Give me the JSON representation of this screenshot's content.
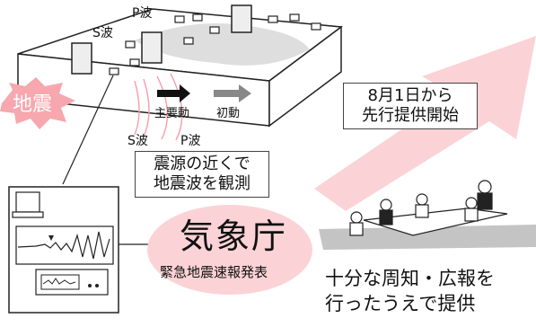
{
  "labels": {
    "earthquake": "地震",
    "s_wave_top": "S波",
    "p_wave_top": "P波",
    "main_motion": "主要動",
    "initial_motion": "初動",
    "s_wave_bottom": "S波",
    "p_wave_bottom": "P波"
  },
  "boxes": {
    "observation": [
      "震源の近くで",
      "地震波を観測"
    ],
    "start_date": [
      "8月1日から",
      "先行提供開始"
    ]
  },
  "agency": {
    "name": "気象庁",
    "subtitle": "緊急地震速報発表"
  },
  "caption": [
    "十分な周知・広報を",
    "行ったうえで提供"
  ],
  "colors": {
    "pink": "#f7a7ae",
    "pink_light": "#fbd3d6",
    "gray_block": "#b5b5b5",
    "black_arrow": "#111111",
    "gray_arrow": "#888888"
  }
}
